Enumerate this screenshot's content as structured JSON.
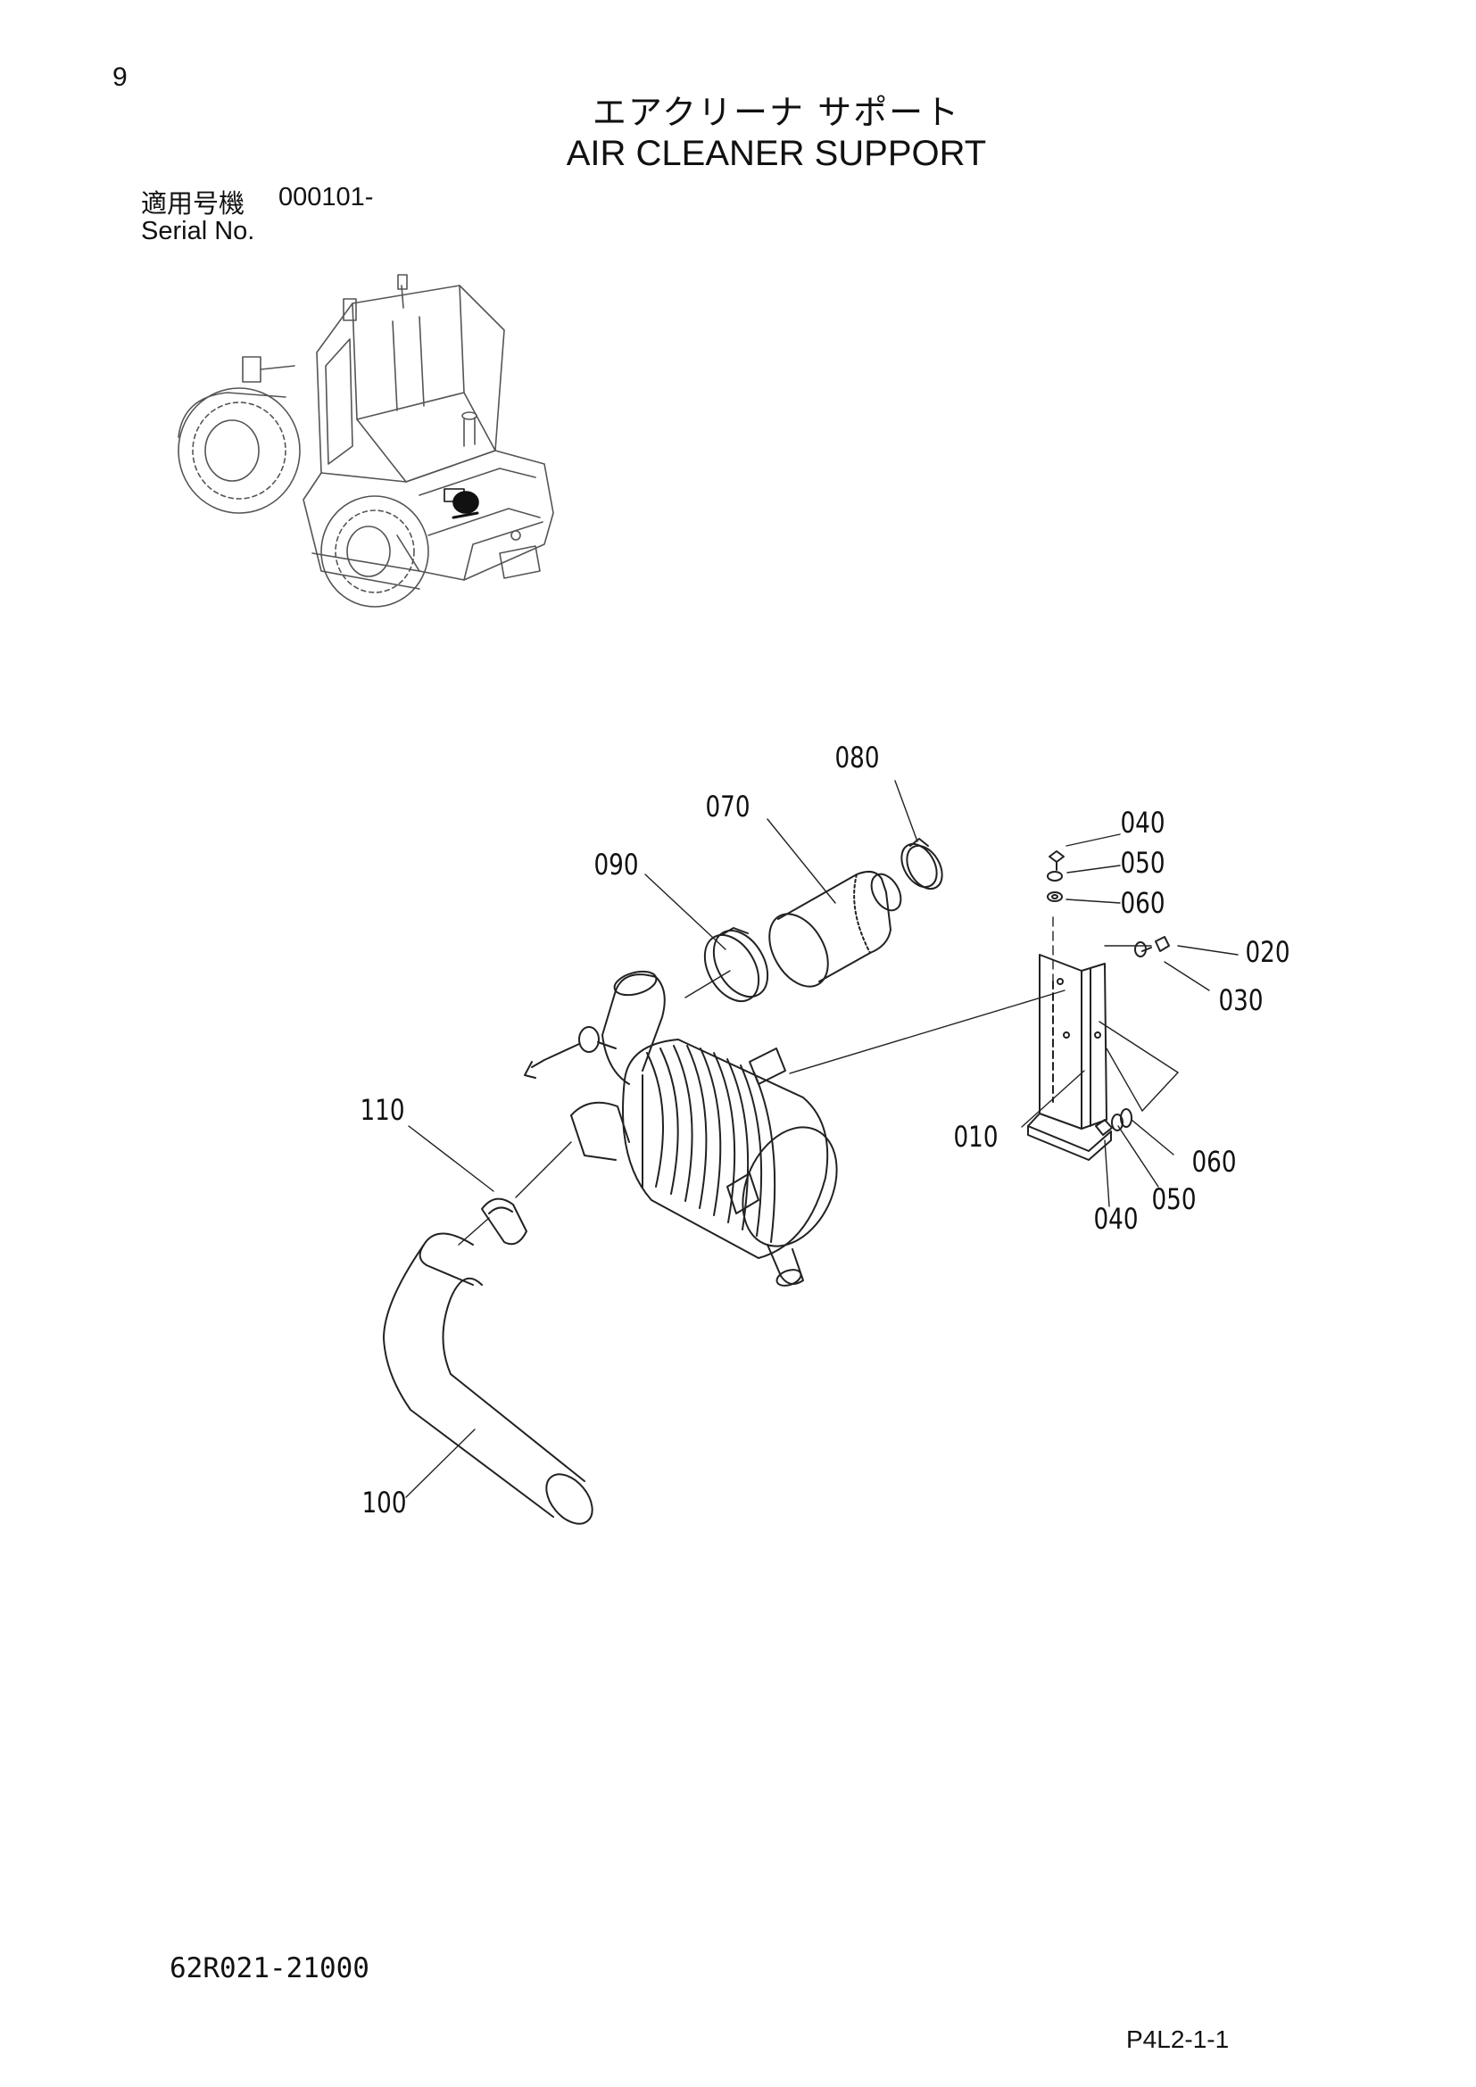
{
  "header": {
    "page_number": "9",
    "title_jp": "エアクリーナ サポート",
    "title_en": "AIR CLEANER SUPPORT",
    "serial_label_jp": "適用号機",
    "serial_value": "000101-",
    "serial_label_en": "Serial No."
  },
  "callouts": {
    "c010": "010",
    "c020": "020",
    "c030": "030",
    "c040a": "040",
    "c050a": "050",
    "c060a": "060",
    "c040b": "040",
    "c050b": "050",
    "c060b": "060",
    "c070": "070",
    "c080": "080",
    "c090": "090",
    "c100": "100",
    "c110": "110"
  },
  "footer": {
    "document_code": "62R021-21000",
    "page_code": "P4L2-1-1"
  }
}
